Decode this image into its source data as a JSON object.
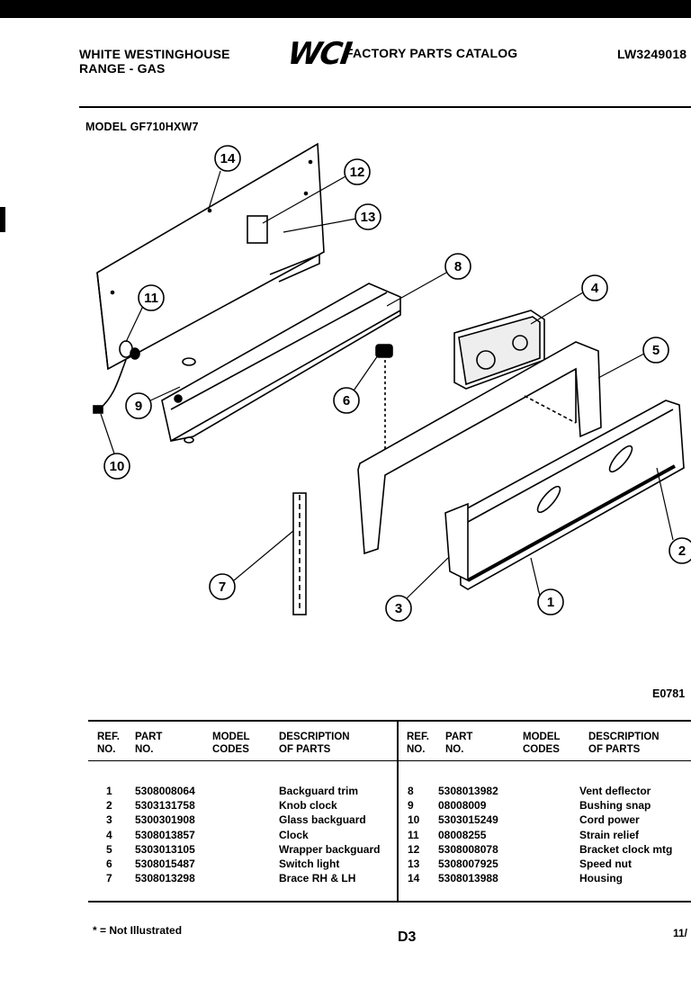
{
  "header": {
    "brand_line1": "WHITE WESTINGHOUSE",
    "brand_line2": "RANGE - GAS",
    "logo": "WCI",
    "catalog_title": "FACTORY PARTS CATALOG",
    "doc_number": "LW3249018",
    "model": "MODEL GF710HXW7"
  },
  "diagram": {
    "figure_id": "E0781",
    "callouts": [
      "1",
      "2",
      "3",
      "4",
      "5",
      "6",
      "7",
      "8",
      "9",
      "10",
      "11",
      "12",
      "13",
      "14"
    ]
  },
  "table": {
    "headers_left": {
      "ref": "REF.",
      "ref2": "NO.",
      "part": "PART",
      "part2": "NO.",
      "model": "MODEL",
      "model2": "CODES",
      "desc": "DESCRIPTION",
      "desc2": "OF PARTS"
    },
    "headers_right": {
      "ref": "REF.",
      "ref2": "NO.",
      "part": "PART",
      "part2": "NO.",
      "model": "MODEL",
      "model2": "CODES",
      "desc": "DESCRIPTION",
      "desc2": "OF PARTS"
    },
    "left_rows": [
      {
        "ref": "1",
        "part": "5308008064",
        "desc": "Backguard trim"
      },
      {
        "ref": "2",
        "part": "5303131758",
        "desc": "Knob clock"
      },
      {
        "ref": "3",
        "part": "5300301908",
        "desc": "Glass backguard"
      },
      {
        "ref": "4",
        "part": "5308013857",
        "desc": "Clock"
      },
      {
        "ref": "5",
        "part": "5303013105",
        "desc": "Wrapper backguard"
      },
      {
        "ref": "6",
        "part": "5308015487",
        "desc": "Switch light"
      },
      {
        "ref": "7",
        "part": "5308013298",
        "desc": "Brace RH & LH"
      }
    ],
    "right_rows": [
      {
        "ref": "8",
        "part": "5308013982",
        "desc": "Vent deflector"
      },
      {
        "ref": "9",
        "part": "08008009",
        "desc": "Bushing snap"
      },
      {
        "ref": "10",
        "part": "5303015249",
        "desc": "Cord power"
      },
      {
        "ref": "11",
        "part": "08008255",
        "desc": "Strain relief"
      },
      {
        "ref": "12",
        "part": "5308008078",
        "desc": "Bracket clock mtg"
      },
      {
        "ref": "13",
        "part": "5308007925",
        "desc": "Speed nut"
      },
      {
        "ref": "14",
        "part": "5308013988",
        "desc": "Housing"
      }
    ]
  },
  "footer": {
    "footnote": "* = Not Illustrated",
    "page": "D3",
    "date": "11/"
  }
}
